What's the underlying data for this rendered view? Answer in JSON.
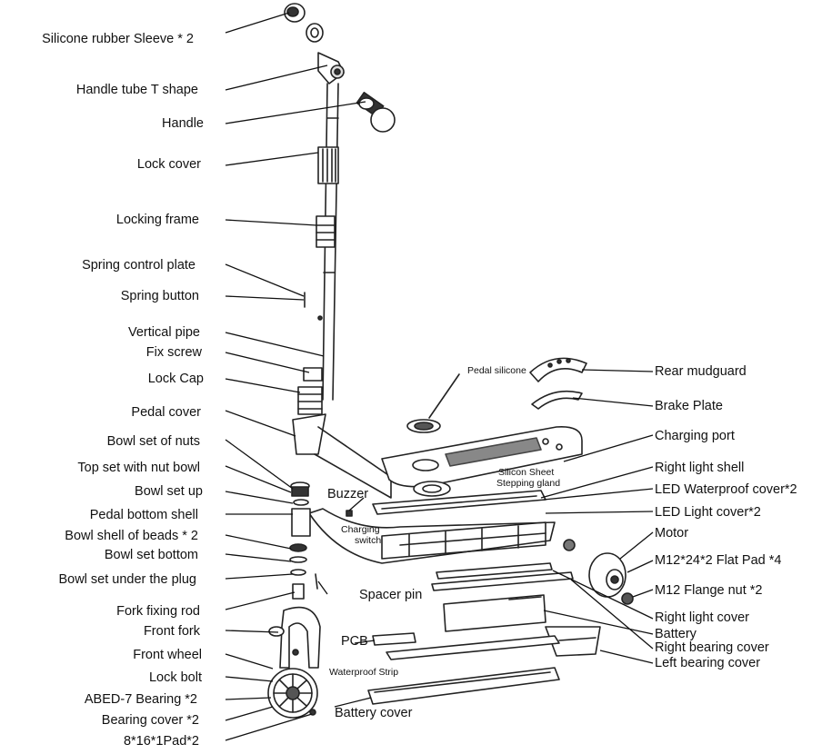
{
  "left_labels": [
    "Silicone rubber Sleeve * 2",
    "Handle tube T shape",
    "Handle",
    "Lock cover",
    "Locking frame",
    "Spring control plate",
    "Spring button",
    "Vertical pipe",
    "Fix  screw",
    "Lock Cap",
    "Pedal cover",
    "Bowl set of  nuts",
    "Top set with nut  bowl",
    "Bowl set up",
    "Pedal bottom shell",
    "Bowl shell of beads * 2",
    "Bowl set bottom",
    "Bowl set under the plug",
    "Fork fixing rod",
    "Front fork",
    "Front wheel",
    "Lock bolt",
    "ABED-7 Bearing *2",
    "Bearing cover *2",
    "8*16*1Pad*2"
  ],
  "right_labels": [
    "Rear mudguard",
    "Brake Plate",
    "Charging port",
    "Right light shell",
    "LED Waterproof cover*2",
    "LED Light cover*2",
    "Motor",
    "M12*24*2 Flat Pad *4",
    "M12 Flange nut *2",
    "Right light cover",
    "Battery",
    "Right bearing cover",
    "Left bearing cover"
  ],
  "inner_labels": {
    "buzzer": "Buzzer",
    "charging_switch_1": "Charging",
    "charging_switch_2": "switch",
    "spacer_pin": "Spacer pin",
    "pcb": "PCB",
    "waterproof_strip": "Waterproof Strip",
    "battery_cover": "Battery cover",
    "pedal_silicone": "Pedal silicone",
    "silicon_sheet": "Silicon Sheet",
    "stepping_gland": "Stepping gland"
  }
}
